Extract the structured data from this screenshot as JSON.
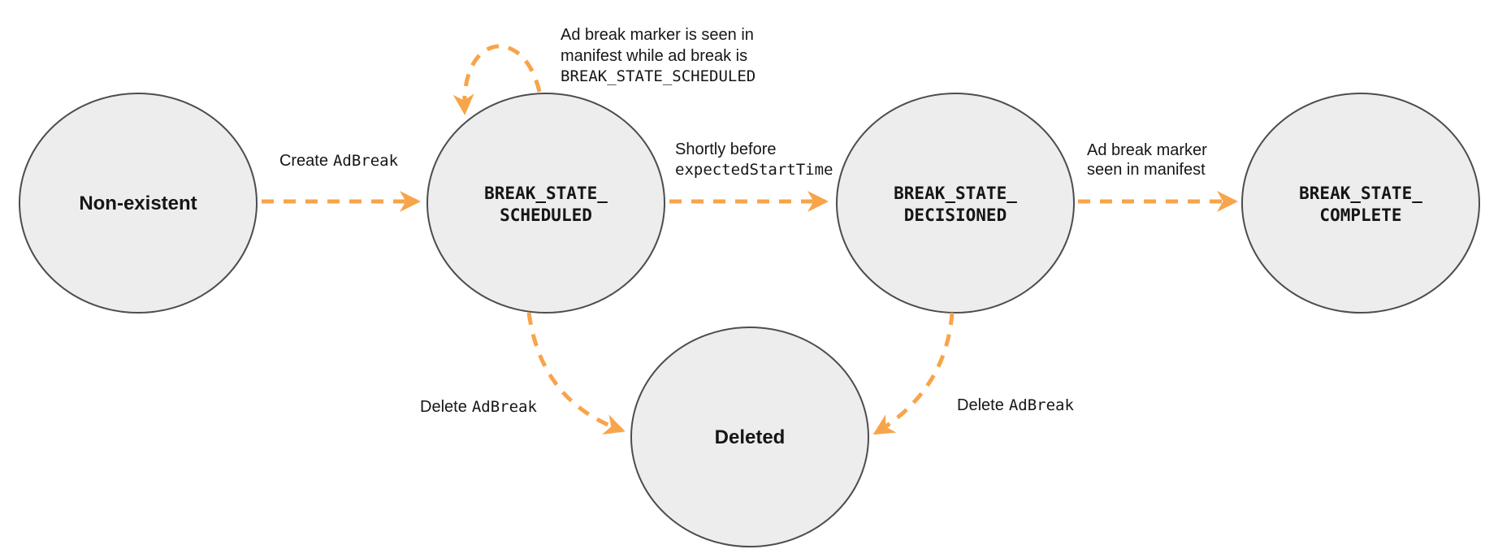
{
  "colors": {
    "arrow": "#F8A44A",
    "node_fill": "#EDEDED",
    "node_border": "#4D4D4D",
    "text": "#161616"
  },
  "nodes": {
    "non_existent": {
      "label": "Non-existent"
    },
    "scheduled": {
      "line1": "BREAK_STATE_",
      "line2": "SCHEDULED"
    },
    "decisioned": {
      "line1": "BREAK_STATE_",
      "line2": "DECISIONED"
    },
    "complete": {
      "line1": "BREAK_STATE_",
      "line2": "COMPLETE"
    },
    "deleted": {
      "label": "Deleted"
    }
  },
  "edges": {
    "create": {
      "text": "Create",
      "code": "AdBreak"
    },
    "self_loop": {
      "line1": "Ad break marker is seen in",
      "line2": "manifest while ad break is",
      "line3_code": "BREAK_STATE_SCHEDULED"
    },
    "to_decisioned": {
      "line1": "Shortly before",
      "line2_code": "expectedStartTime"
    },
    "to_complete": {
      "line1": "Ad break marker",
      "line2": "seen in manifest"
    },
    "delete_from_scheduled": {
      "text": "Delete",
      "code": "AdBreak"
    },
    "delete_from_decisioned": {
      "text": "Delete",
      "code": "AdBreak"
    }
  }
}
